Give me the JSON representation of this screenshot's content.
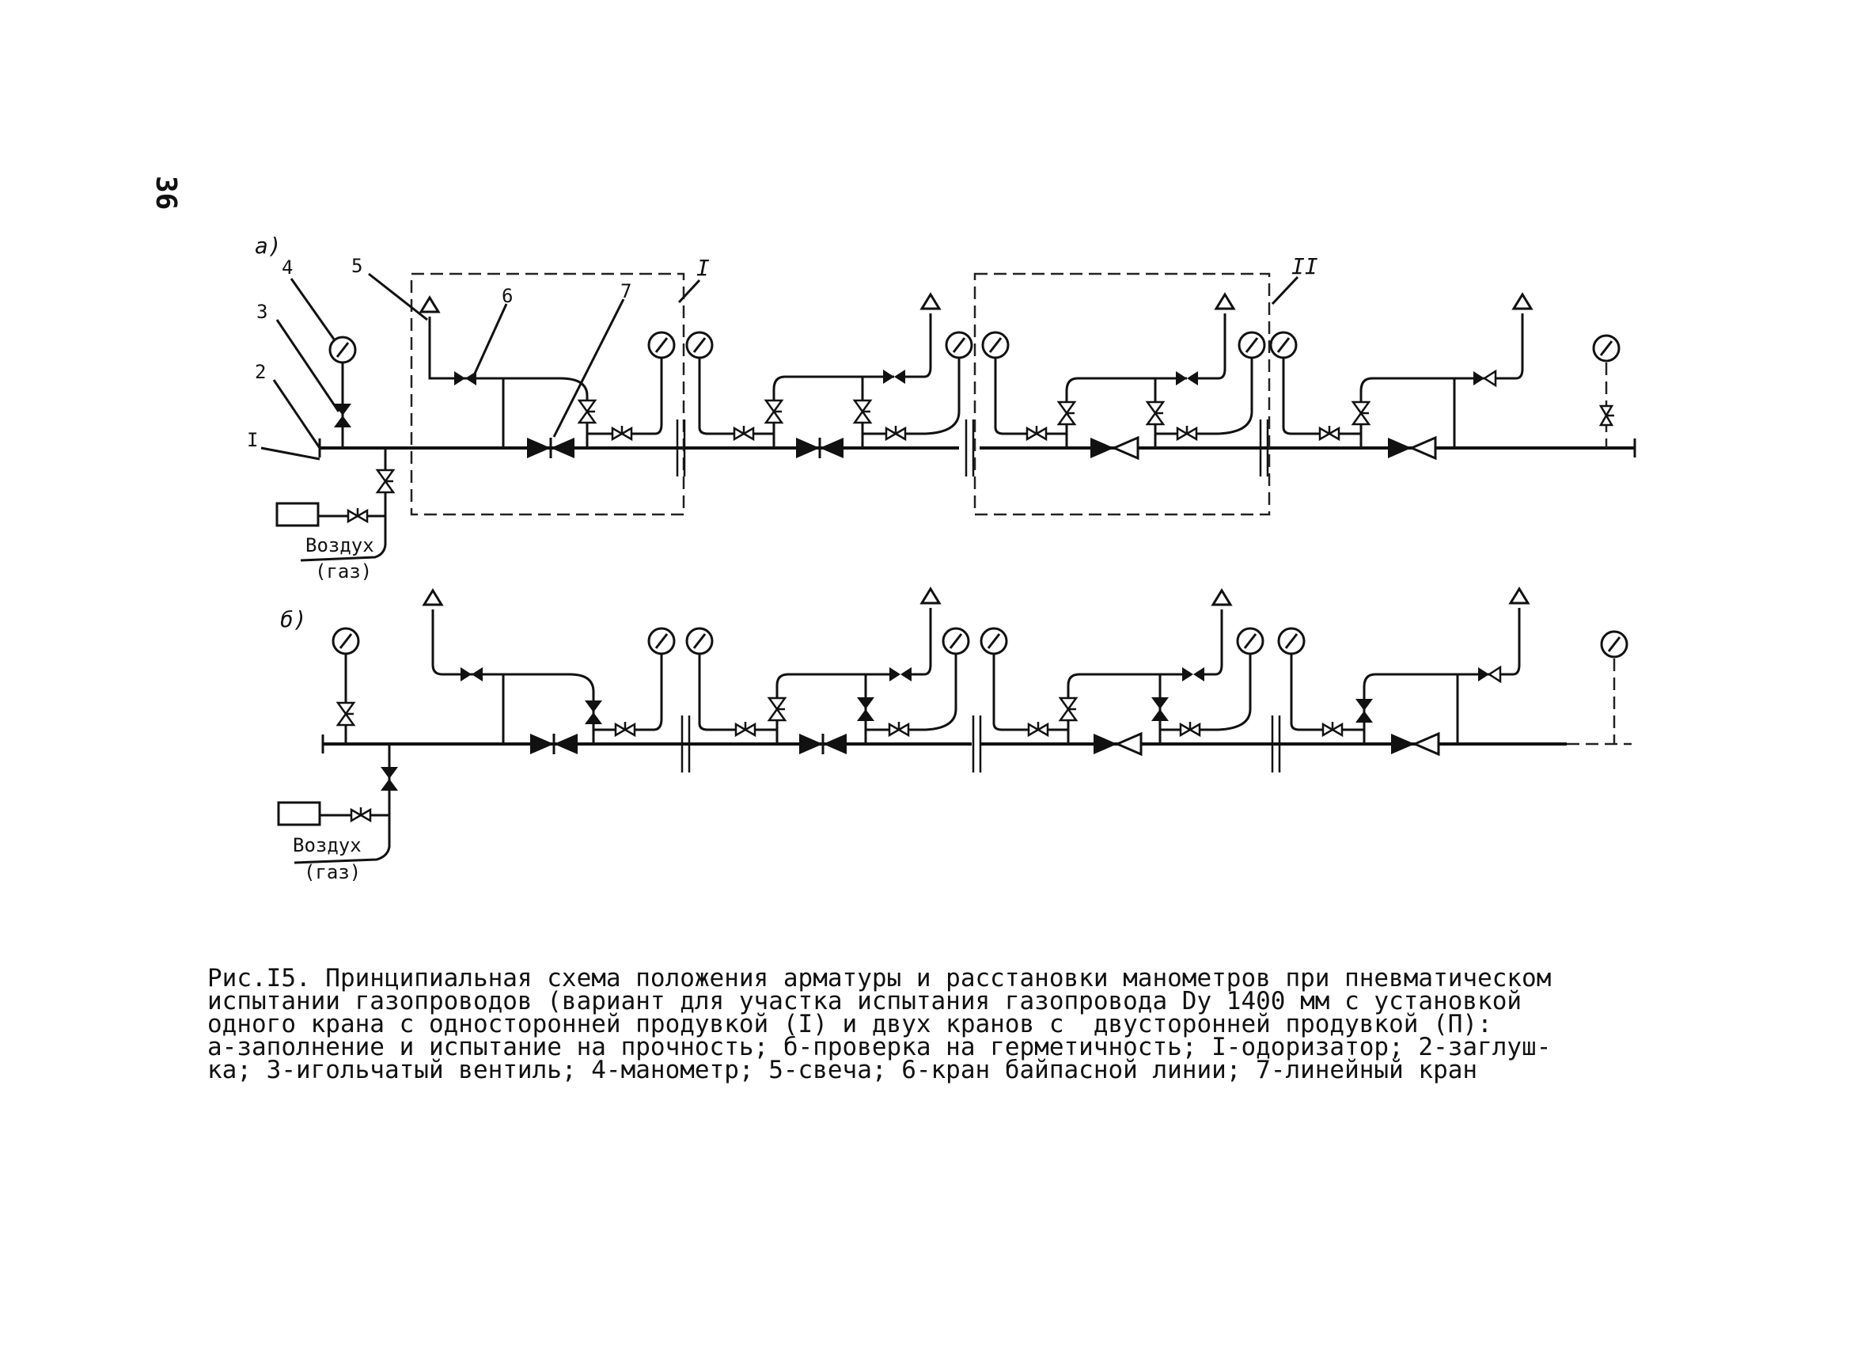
{
  "page": {
    "number": "36"
  },
  "variant_a": {
    "label": "a)",
    "callouts": [
      "I",
      "2",
      "3",
      "4",
      "5",
      "6",
      "7"
    ],
    "group_labels": [
      "I",
      "II"
    ],
    "inlet_label_1": "Воздух",
    "inlet_label_2": "(газ)"
  },
  "variant_b": {
    "label": "б)",
    "inlet_label_1": "Воздух",
    "inlet_label_2": "(газ)"
  },
  "caption": {
    "line1": "Рис.I5. Принципиальная схема положения арматуры и расстановки манометров при пневматическом",
    "line2": "испытании газопроводов (вариант для участка испытания газопровода Dу 1400 мм с установкой",
    "line3": "одного крана с односторонней продувкой (I) и двух кранов с  двусторонней продувкой (П):",
    "line4": "а-заполнение и испытание на прочность; б-проверка на герметичность; I-одоризатор; 2-заглуш-",
    "line5": "ка; 3-игольчатый вентиль; 4-манометр; 5-свеча; 6-кран байпасной линии; 7-линейный кран"
  }
}
